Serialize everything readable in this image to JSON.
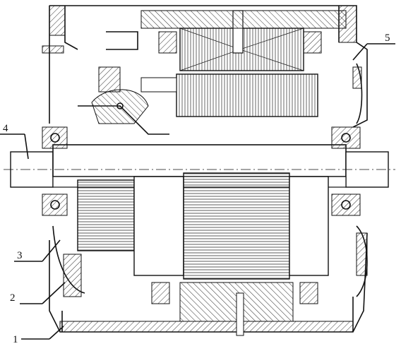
{
  "callouts": [
    {
      "id": "1",
      "text": "1"
    },
    {
      "id": "2",
      "text": "2"
    },
    {
      "id": "3",
      "text": "3"
    },
    {
      "id": "4",
      "text": "4"
    },
    {
      "id": "5",
      "text": "5"
    }
  ],
  "colors": {
    "ink": "#111111",
    "hatch": "#333333",
    "paper": "#ffffff"
  }
}
